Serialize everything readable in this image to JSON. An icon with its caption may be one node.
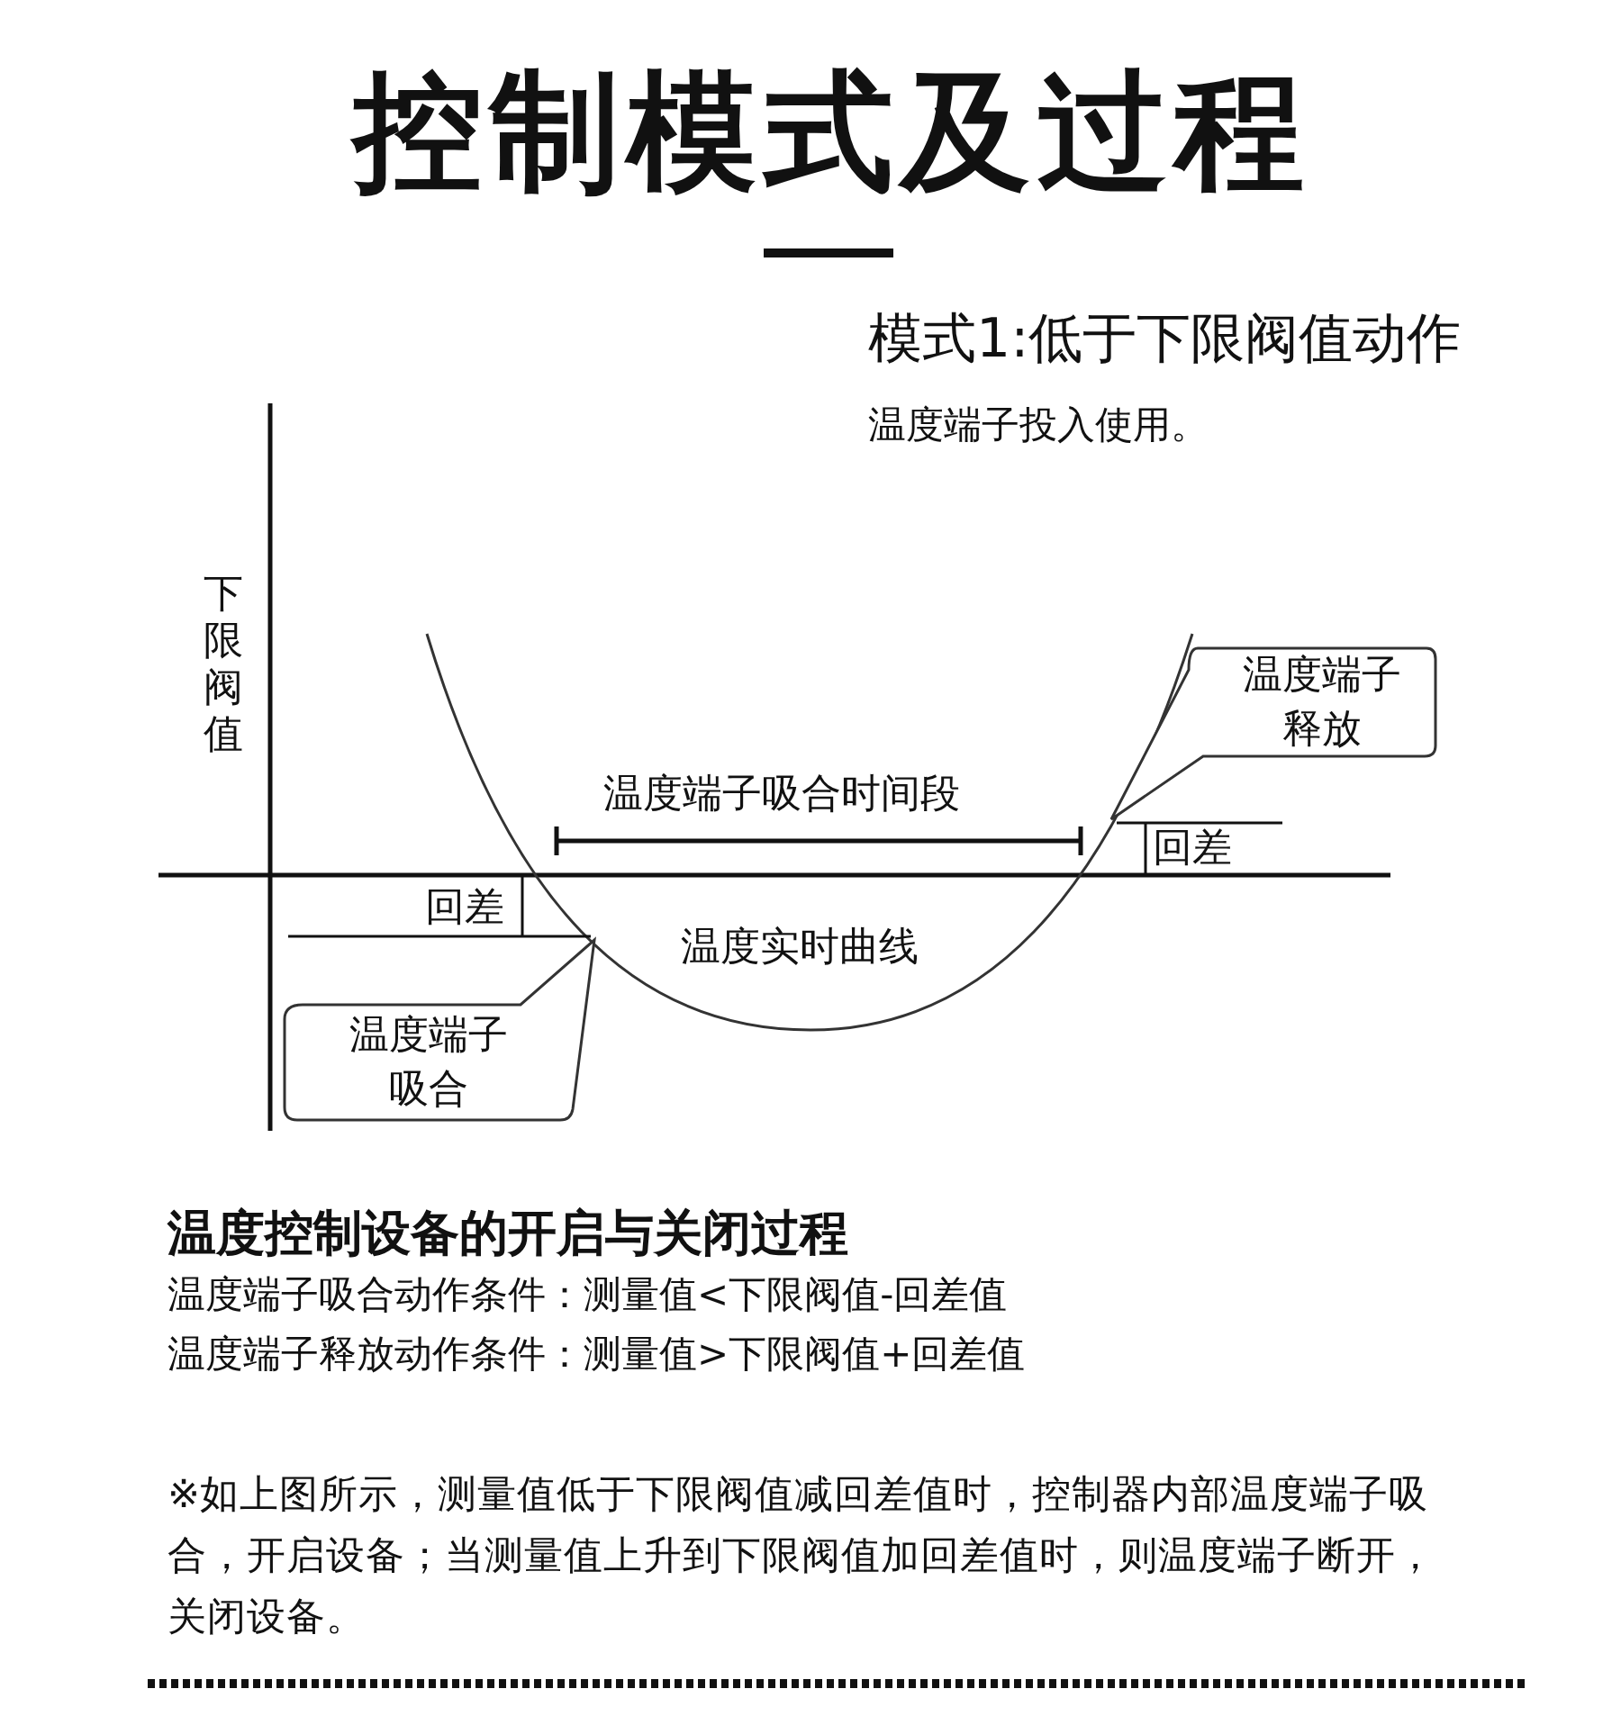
{
  "diagram": {
    "title": "控制模式及过程",
    "nodes": [
      {
        "text": [
          "温度端子释放"
        ]
      },
      {
        "text": [
          "温度端子吸合"
        ]
      }
    ],
    "edges": [],
    "labels": [
      "模式1:低于下限阀值动作",
      "温度端子投入使用。",
      "下限阀值",
      "温度端子吸合时间段",
      "回差",
      "回差",
      "温度实时曲线",
      "温度控制设备的开启与关闭过程",
      "温度端子吸合动作条件：测量值<下限阀值-回差值",
      "温度端子释放动作条件：测量值>下限阀值+回差值",
      "※如上图所示，测量值低于下限阀值减回差值时，控制器内部温度端子吸合，开启设备；当测量值上升到下限阀值加回差值时，则温度端子断开，关闭设备。"
    ]
  }
}
